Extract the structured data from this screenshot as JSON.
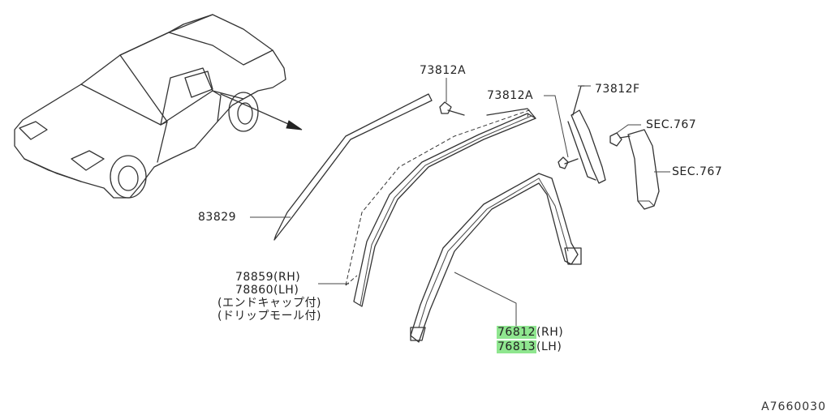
{
  "labels": {
    "p73812a_top": "73812A",
    "p73812a_mid": "73812A",
    "p73812f": "73812F",
    "sec767_a": "SEC.767",
    "sec767_b": "SEC.767",
    "p83829": "83829",
    "p78859": "78859(RH)",
    "p78860": "78860(LH)",
    "note1": "(エンドキャップ付)",
    "note2": "(ドリップモール付)",
    "p76812_num": "76812",
    "p76812_suffix": "(RH)",
    "p76813_num": "76813",
    "p76813_suffix": "(LH)"
  },
  "figure_id": "A7660030",
  "colors": {
    "highlight": "#8fe68f",
    "line": "#333333"
  }
}
